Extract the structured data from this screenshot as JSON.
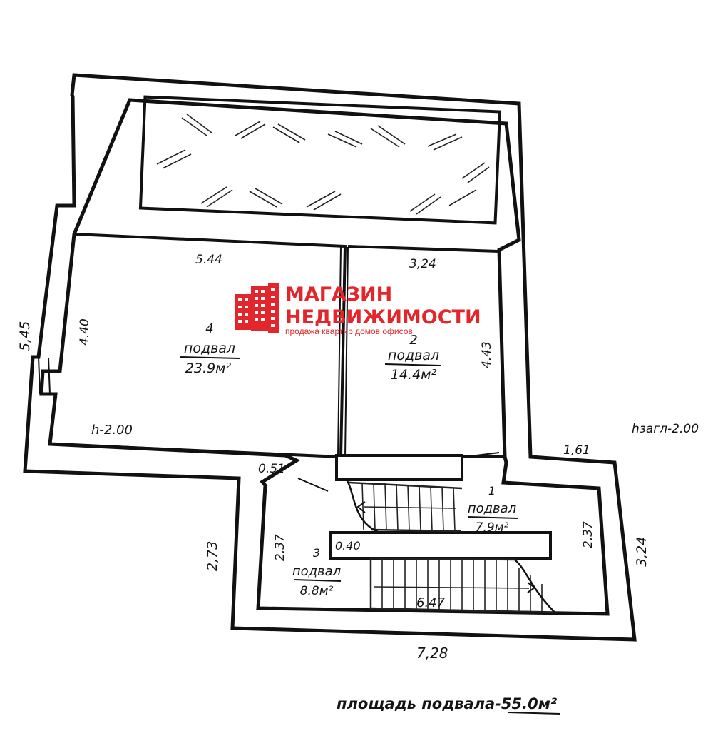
{
  "brand": {
    "line1": "МАГАЗИН",
    "line2": "НЕДВИЖИМОСТИ",
    "tagline": "продажа  квартир  домов  офисов",
    "color": "#e3262b"
  },
  "plan": {
    "total_area": "площадь подвала-55.0м²",
    "height_note": "hзагл-2.00",
    "room_height": "h-2.00",
    "rooms": [
      {
        "number": "4",
        "name": "подвал",
        "area": "23.9м²"
      },
      {
        "number": "2",
        "name": "подвал",
        "area": "14.4м²"
      },
      {
        "number": "1",
        "name": "подвал",
        "area": "7.9м²"
      },
      {
        "number": "3",
        "name": "подвал",
        "area": "8.8м²"
      }
    ],
    "dimensions": {
      "outer_left": "5,45",
      "room4_width": "5.44",
      "room4_height": "4.40",
      "room2_width": "3,24",
      "room2_height": "4.43",
      "step_right": "1,61",
      "step_left": "0.51",
      "lower_left_outer": "2,73",
      "room3_height": "2.37",
      "partition": "0.40",
      "right_inner": "2.37",
      "right_outer": "3,24",
      "inner_bottom": "6.47",
      "outer_bottom": "7,28"
    }
  }
}
